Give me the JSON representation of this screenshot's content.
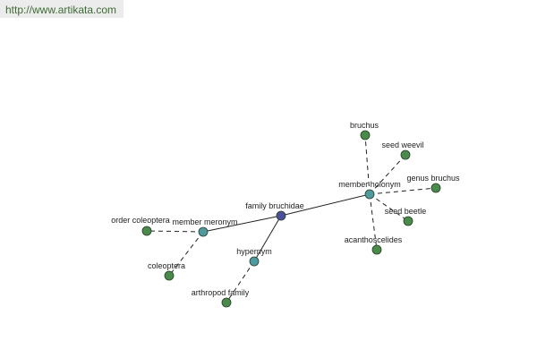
{
  "header": {
    "url": "http://www.artikata.com"
  },
  "colors": {
    "center": "#4c4f99",
    "relation": "#4e9a9e",
    "leaf": "#4a8a4a"
  },
  "graph": {
    "center": {
      "label": "family bruchidae"
    },
    "relations": {
      "member_meronym": "member meronym",
      "member_holonym": "member holonym",
      "hypernym": "hypernym"
    },
    "leaves": {
      "order_coleoptera": "order coleoptera",
      "coleoptera": "coleoptera",
      "arthropod_family": "arthropod family",
      "bruchus": "bruchus",
      "seed_weevil": "seed weevil",
      "genus_bruchus": "genus bruchus",
      "seed_beetle": "seed beetle",
      "acanthoscelides": "acanthoscelides"
    }
  }
}
